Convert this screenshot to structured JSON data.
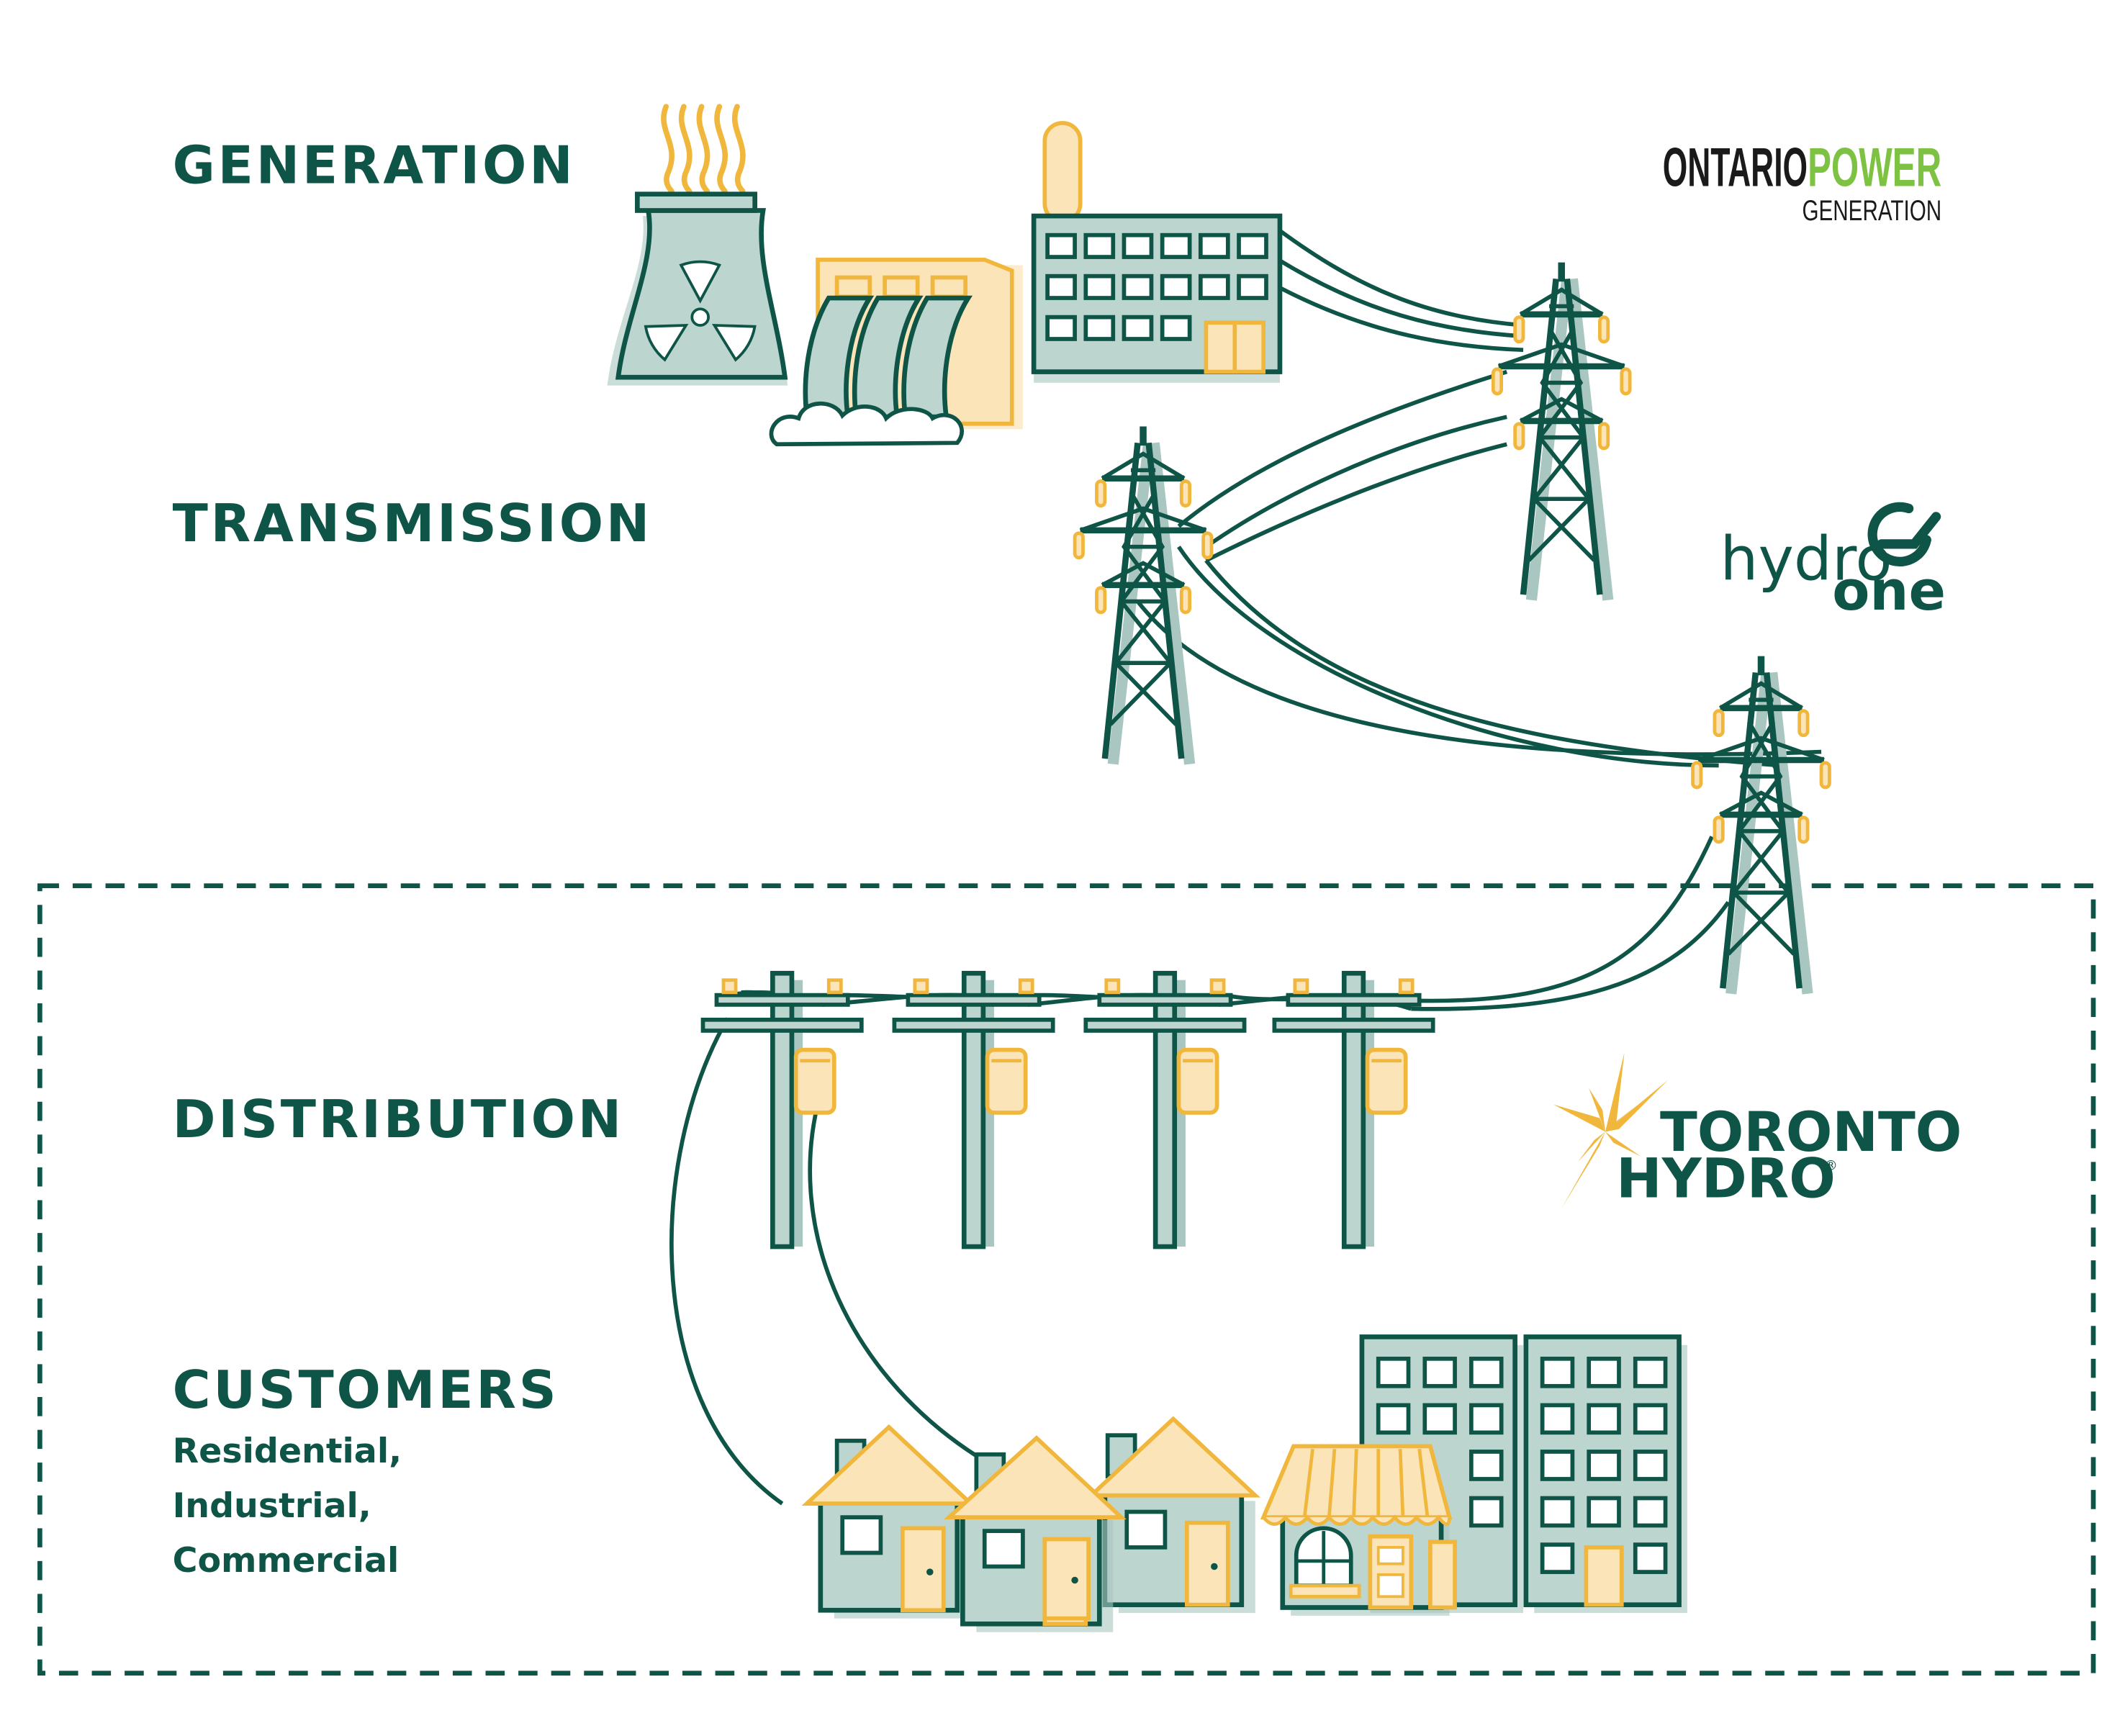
{
  "stages": {
    "generation": "GENERATION",
    "transmission": "TRANSMISSION",
    "distribution": "DISTRIBUTION",
    "customers": "CUSTOMERS",
    "customer_types": [
      "Residential,",
      "Industrial,",
      "Commercial"
    ]
  },
  "logos": {
    "opg": {
      "word1": "ONTARIO",
      "word2": "POWER",
      "line2": "GENERATION"
    },
    "hydro_one": {
      "word1": "hydro",
      "word2": "one"
    },
    "toronto_hydro": {
      "line1": "TORONTO",
      "line2": "HYDRO",
      "mark": "®"
    }
  },
  "colors": {
    "dark_green": "#0e5447",
    "sage": "#a9c6c0",
    "sage_light": "#bcd5cf",
    "cream": "#fbe4b8",
    "gold": "#f0b73c",
    "opg_green": "#7dc242",
    "black": "#1a1a1a"
  }
}
